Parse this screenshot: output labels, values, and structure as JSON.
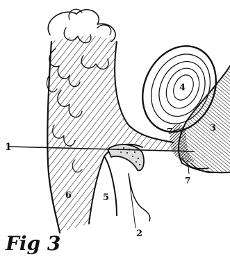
{
  "figure": {
    "caption": "Fig 3",
    "labels": {
      "l1": "1",
      "l2": "2",
      "l3": "3",
      "l4": "4",
      "l5": "5",
      "l6": "6",
      "l7_upper": "7",
      "l7_lower": "7"
    }
  }
}
